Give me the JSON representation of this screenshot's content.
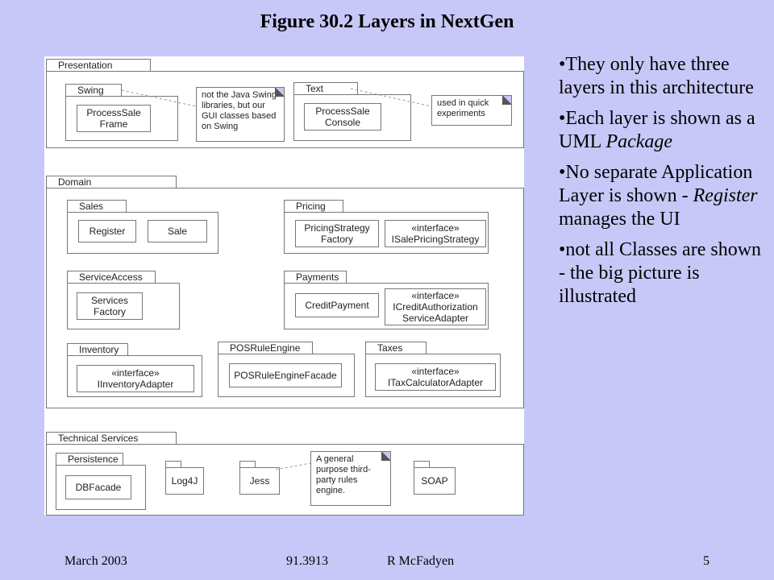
{
  "title": "Figure 30.2 Layers in NextGen",
  "diagram": {
    "presentation": {
      "label": "Presentation",
      "swing": {
        "label": "Swing",
        "class": "ProcessSale\nFrame"
      },
      "note_swing": "not the Java Swing libraries, but our GUI classes based on Swing",
      "text": {
        "label": "Text",
        "class": "ProcessSale\nConsole"
      },
      "note_text": "used in quick experiments"
    },
    "domain": {
      "label": "Domain",
      "sales": {
        "label": "Sales",
        "class1": "Register",
        "class2": "Sale"
      },
      "pricing": {
        "label": "Pricing",
        "class1": "PricingStrategy\nFactory",
        "class2": "«interface»\nISalePricingStrategy"
      },
      "service_access": {
        "label": "ServiceAccess",
        "class1": "Services\nFactory"
      },
      "payments": {
        "label": "Payments",
        "class1": "CreditPayment",
        "class2": "«interface»\nICreditAuthorization\nServiceAdapter"
      },
      "inventory": {
        "label": "Inventory",
        "class1": "«interface»\nIInventoryAdapter"
      },
      "pos_rule_engine": {
        "label": "POSRuleEngine",
        "class1": "POSRuleEngineFacade"
      },
      "taxes": {
        "label": "Taxes",
        "class1": "«interface»\nITaxCalculatorAdapter"
      }
    },
    "technical_services": {
      "label": "Technical Services",
      "persistence": {
        "label": "Persistence",
        "class1": "DBFacade"
      },
      "log4j": "Log4J",
      "jess": "Jess",
      "note_jess": "A general purpose third-party rules engine.",
      "soap": "SOAP"
    }
  },
  "bullets": [
    {
      "text": "•They only have three layers in this architecture"
    },
    {
      "text": "•Each layer is shown as a UML ",
      "italic": "Package"
    },
    {
      "text": "•No separate Application Layer is shown - ",
      "italic": "Register",
      "tail": " manages the UI"
    },
    {
      "text": "•not all Classes are shown - the big picture is illustrated"
    }
  ],
  "footer": {
    "date": "March 2003",
    "course": "91.3913",
    "author": "R McFadyen",
    "page": "5"
  },
  "colors": {
    "background": "#c8c8f8",
    "diagram_bg": "#ffffff",
    "line": "#777777"
  }
}
